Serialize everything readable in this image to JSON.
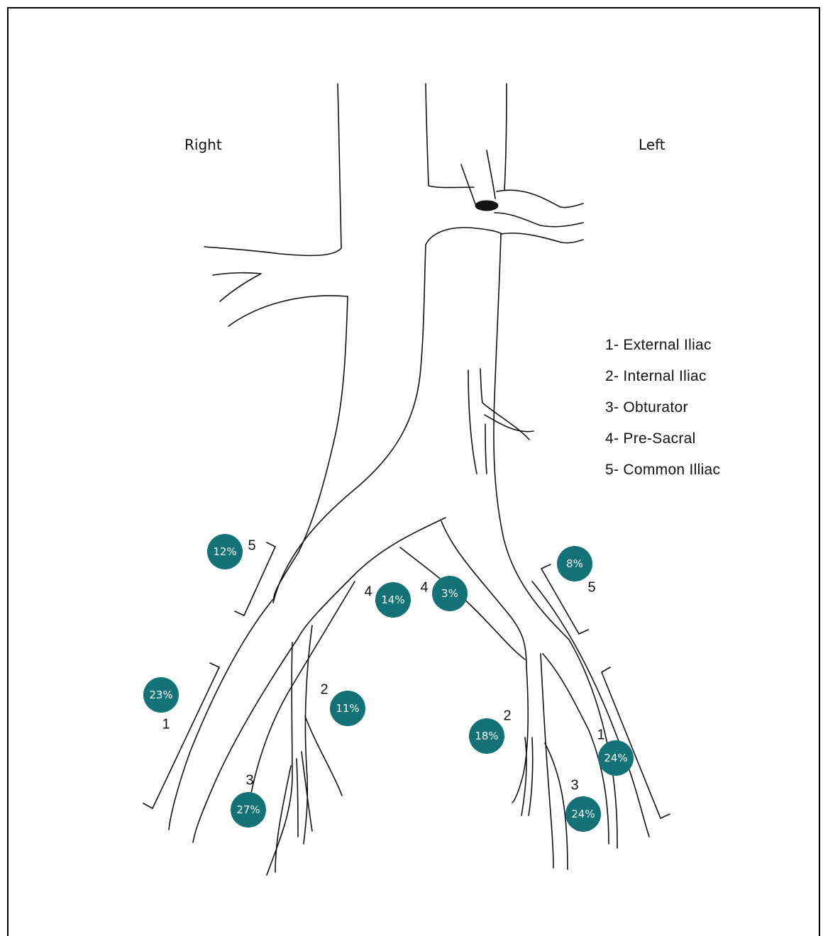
{
  "colors": {
    "badge": "#127275",
    "line": "#111111"
  },
  "labels": {
    "right": "Right",
    "left": "Left"
  },
  "legend": [
    "1- External Iliac",
    "2- Internal Iliac",
    "3- Obturator",
    "4- Pre-Sacral",
    "5- Common Illiac"
  ],
  "badges": {
    "right_common": "12%",
    "right_external": "23%",
    "right_presacral": "14%",
    "right_internal": "11%",
    "right_obturator": "27%",
    "left_presacral": "3%",
    "left_common": "8%",
    "left_internal": "18%",
    "left_external": "24%",
    "left_obturator": "24%"
  },
  "numbers": {
    "right_common": "5",
    "right_external": "1",
    "right_presacral": "4",
    "right_internal": "2",
    "right_obturator": "3",
    "left_presacral": "4",
    "left_common": "5",
    "left_internal": "2",
    "left_external": "1",
    "left_obturator": "3"
  }
}
